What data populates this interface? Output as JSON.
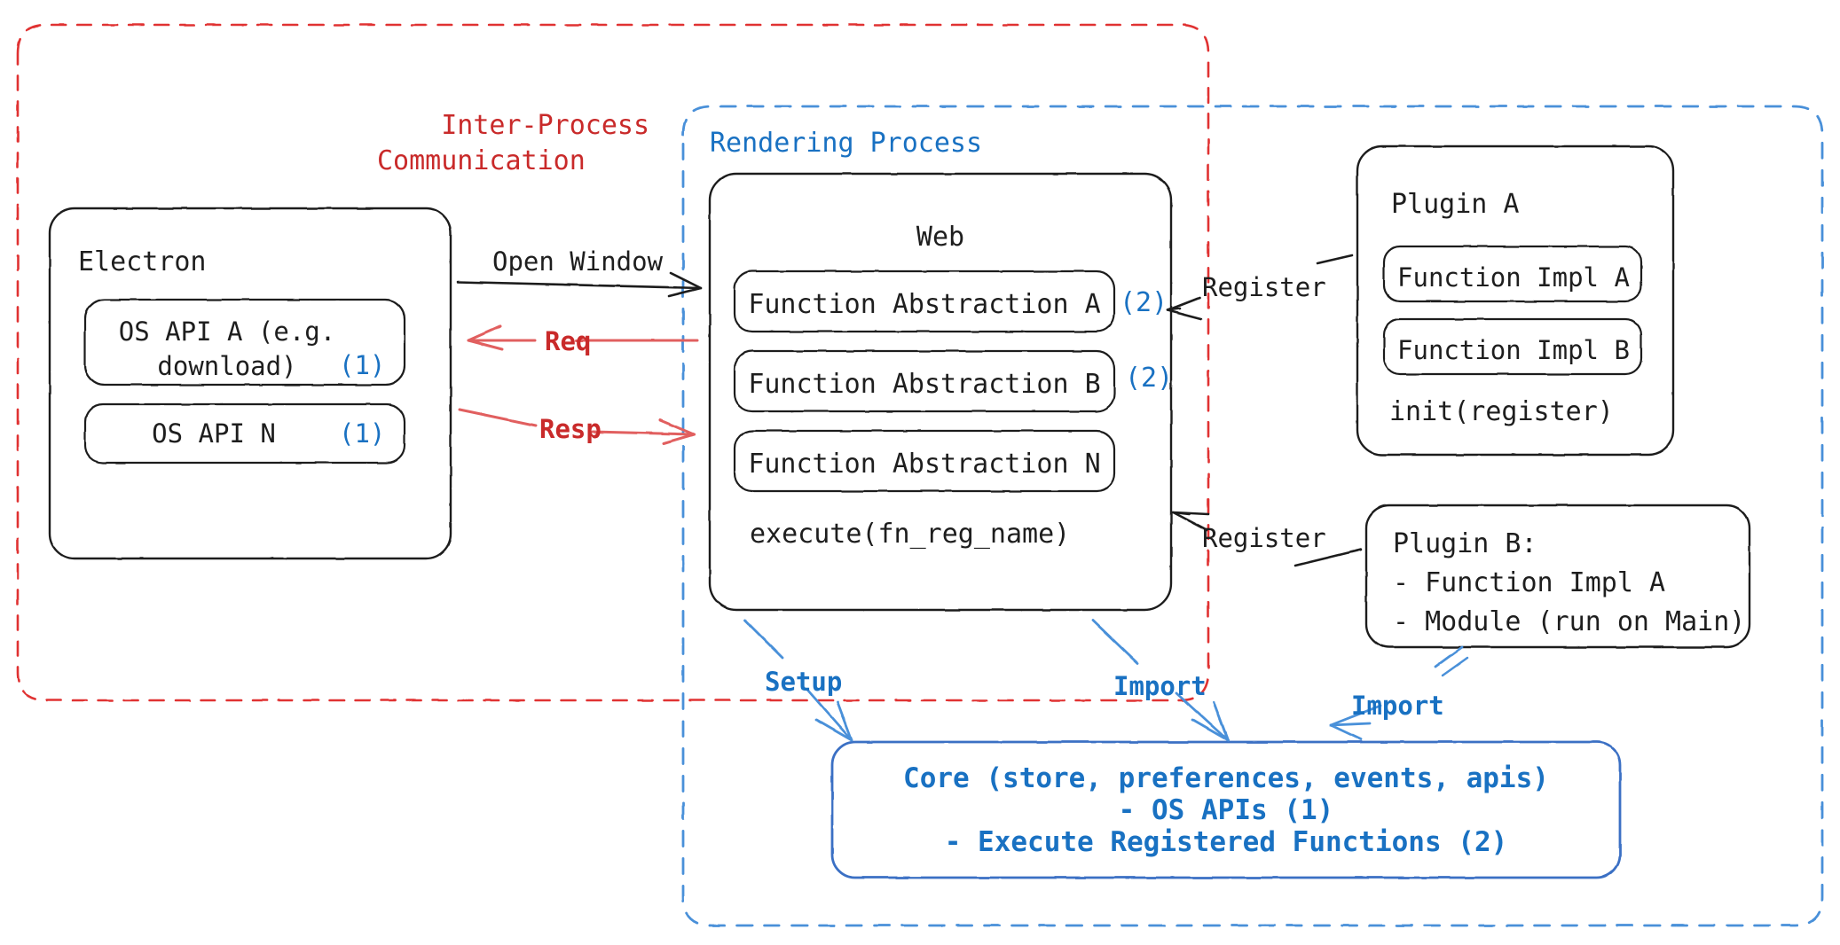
{
  "diagram": {
    "title": "Electron plugin architecture",
    "colors": {
      "ink": "#1e1e1e",
      "red": "#c92a2a",
      "red_dash": "#e03131",
      "blue": "#1971c2",
      "blue_dash": "#4a90d9",
      "core_blue": "#3b6fc4",
      "white": "#ffffff"
    },
    "containers": [
      {
        "id": "ipc",
        "label": "Inter-Process\nCommunication",
        "style": "dashed",
        "color": "#e03131"
      },
      {
        "id": "rendering",
        "label": "Rendering Process",
        "style": "dashed",
        "color": "#4a90d9"
      }
    ],
    "boxes": {
      "electron": {
        "title": "Electron",
        "items": [
          {
            "text": "OS API A (e.g.\ndownload)",
            "badge": "(1)"
          },
          {
            "text": "OS API N",
            "badge": "(1)"
          }
        ]
      },
      "web": {
        "title": "Web",
        "items": [
          {
            "text": "Function Abstraction A",
            "badge": "(2)"
          },
          {
            "text": "Function Abstraction B",
            "badge": "(2)"
          },
          {
            "text": "Function Abstraction N",
            "badge": ""
          }
        ],
        "footer": "execute(fn_reg_name)"
      },
      "plugin_a": {
        "title": "Plugin A",
        "items": [
          {
            "text": "Function Impl A"
          },
          {
            "text": "Function Impl B"
          }
        ],
        "footer": "init(register)"
      },
      "plugin_b": {
        "title": "Plugin B:",
        "lines": [
          "- Function Impl A",
          "- Module (run on Main)"
        ]
      },
      "core": {
        "lines": [
          "Core (store, preferences, events, apis)",
          "- OS APIs (1)",
          "- Execute Registered Functions (2)"
        ]
      }
    },
    "edges": [
      {
        "id": "open-window",
        "label": "Open Window",
        "color": "#1e1e1e",
        "from": "electron",
        "to": "web"
      },
      {
        "id": "req",
        "label": "Req",
        "color": "#c92a2a",
        "from": "web",
        "to": "electron"
      },
      {
        "id": "resp",
        "label": "Resp",
        "color": "#c92a2a",
        "from": "electron",
        "to": "web"
      },
      {
        "id": "register-a",
        "label": "Register",
        "color": "#1e1e1e",
        "from": "plugin_a",
        "to": "web"
      },
      {
        "id": "register-b",
        "label": "Register",
        "color": "#1e1e1e",
        "from": "plugin_b",
        "to": "web"
      },
      {
        "id": "setup",
        "label": "Setup",
        "color": "#4a90d9",
        "from": "web",
        "to": "core"
      },
      {
        "id": "import-web",
        "label": "Import",
        "color": "#4a90d9",
        "from": "web",
        "to": "core"
      },
      {
        "id": "import-plugin-b",
        "label": "Import",
        "color": "#4a90d9",
        "from": "plugin_b",
        "to": "core"
      }
    ]
  }
}
